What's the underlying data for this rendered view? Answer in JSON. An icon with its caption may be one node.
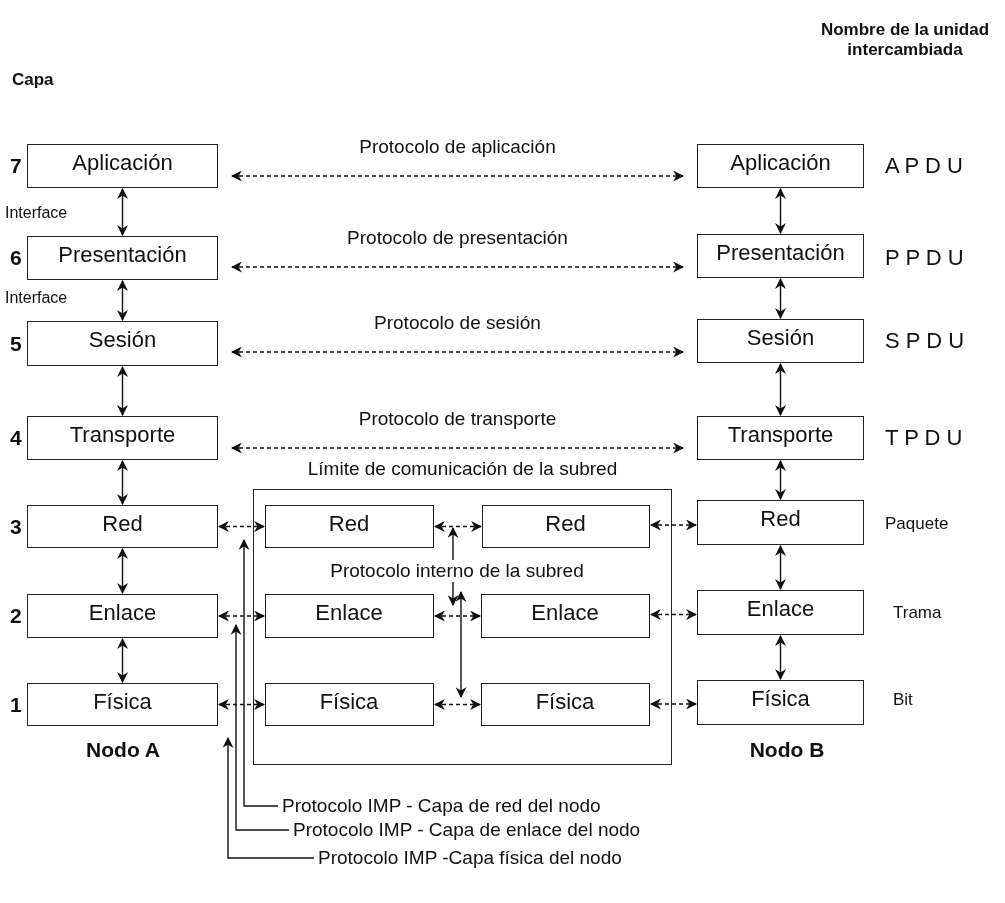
{
  "diagram": {
    "nodes": [
      {
        "text": [
          "Aplicación"
        ]
      },
      {
        "text": [
          "Aplicación"
        ]
      },
      {
        "text": [
          "Presentación"
        ]
      },
      {
        "text": [
          "Presentación"
        ]
      },
      {
        "text": [
          "Sesión"
        ]
      },
      {
        "text": [
          "Sesión"
        ]
      },
      {
        "text": [
          "Transporte"
        ]
      },
      {
        "text": [
          "Transporte"
        ]
      },
      {
        "text": [
          "Límite de comunicación de la subred"
        ]
      },
      {
        "text": [
          "Red"
        ]
      },
      {
        "text": [
          "Red"
        ],
        "in": 8
      },
      {
        "text": [
          "Red"
        ],
        "in": 8
      },
      {
        "text": [
          "Red"
        ]
      },
      {
        "text": [
          "Enlace"
        ]
      },
      {
        "text": [
          "Enlace"
        ],
        "in": 8
      },
      {
        "text": [
          "Enlace"
        ],
        "in": 8
      },
      {
        "text": [
          "Enlace"
        ]
      },
      {
        "text": [
          "Física"
        ]
      },
      {
        "text": [
          "Física"
        ],
        "in": 8
      },
      {
        "text": [
          "Física"
        ],
        "in": 8
      },
      {
        "text": [
          "Física"
        ]
      },
      {
        "text": [
          "Protocolo IMP - Capa de red del nodo"
        ]
      },
      {
        "text": [
          "Protocolo IMP - Capa de enlace del nodo"
        ]
      },
      {
        "text": [
          "Protocolo IMP -Capa física del nodo"
        ]
      }
    ],
    "edges": [
      {
        "from": 0,
        "to": 2,
        "arrow": "both"
      },
      {
        "from": 2,
        "to": 4,
        "arrow": "both"
      },
      {
        "from": 4,
        "to": 6,
        "arrow": "both"
      },
      {
        "from": 6,
        "to": 9,
        "arrow": "both"
      },
      {
        "from": 9,
        "to": 13,
        "arrow": "both"
      },
      {
        "from": 13,
        "to": 17,
        "arrow": "both"
      },
      {
        "from": 1,
        "to": 3,
        "arrow": "both"
      },
      {
        "from": 3,
        "to": 5,
        "arrow": "both"
      },
      {
        "from": 5,
        "to": 7,
        "arrow": "both"
      },
      {
        "from": 7,
        "to": 12,
        "arrow": "both"
      },
      {
        "from": 12,
        "to": 16,
        "arrow": "both"
      },
      {
        "from": 16,
        "to": 20,
        "arrow": "both"
      },
      {
        "from": 0,
        "to": 1,
        "arrow": "both",
        "label": "Protocolo de aplicación",
        "style": "dashed"
      },
      {
        "from": 2,
        "to": 3,
        "arrow": "both",
        "label": "Protocolo de presentación",
        "style": "dashed"
      },
      {
        "from": 4,
        "to": 5,
        "arrow": "both",
        "label": "Protocolo de sesión",
        "style": "dashed"
      },
      {
        "from": 6,
        "to": 7,
        "arrow": "both",
        "label": "Protocolo de transporte",
        "style": "dashed"
      },
      {
        "from": 9,
        "to": 10,
        "arrow": "both",
        "style": "dashed"
      },
      {
        "from": 10,
        "to": 11,
        "arrow": "both",
        "style": "dashed"
      },
      {
        "from": 11,
        "to": 12,
        "arrow": "both",
        "style": "dashed"
      },
      {
        "from": 13,
        "to": 14,
        "arrow": "both",
        "style": "dashed"
      },
      {
        "from": 14,
        "to": 15,
        "arrow": "both",
        "style": "dashed"
      },
      {
        "from": 15,
        "to": 16,
        "arrow": "both",
        "style": "dashed"
      },
      {
        "from": 17,
        "to": 18,
        "arrow": "both",
        "style": "dashed"
      },
      {
        "from": 18,
        "to": 19,
        "arrow": "both",
        "style": "dashed"
      },
      {
        "from": 19,
        "to": 20,
        "arrow": "both",
        "style": "dashed"
      },
      {
        "from": 21,
        "to": 8,
        "arrow": "to"
      },
      {
        "from": 22,
        "to": 13,
        "arrow": "to"
      },
      {
        "from": 23,
        "to": 17,
        "arrow": "to"
      },
      {
        "from": 10,
        "to": 14,
        "arrow": "both"
      },
      {
        "from": 15,
        "to": 19,
        "arrow": "both"
      }
    ],
    "labels": [
      "Nombre de la unidad intercambiada",
      "Capa",
      "7",
      "A P D U",
      "Interface",
      "6",
      "P P D U",
      "Interface",
      "5",
      "S P D U",
      "4",
      "T P D U",
      "3",
      "Paquete",
      "Protocolo interno de la subred",
      "2",
      "Trama",
      "1",
      "Bit",
      "Nodo A",
      "Nodo B"
    ]
  }
}
